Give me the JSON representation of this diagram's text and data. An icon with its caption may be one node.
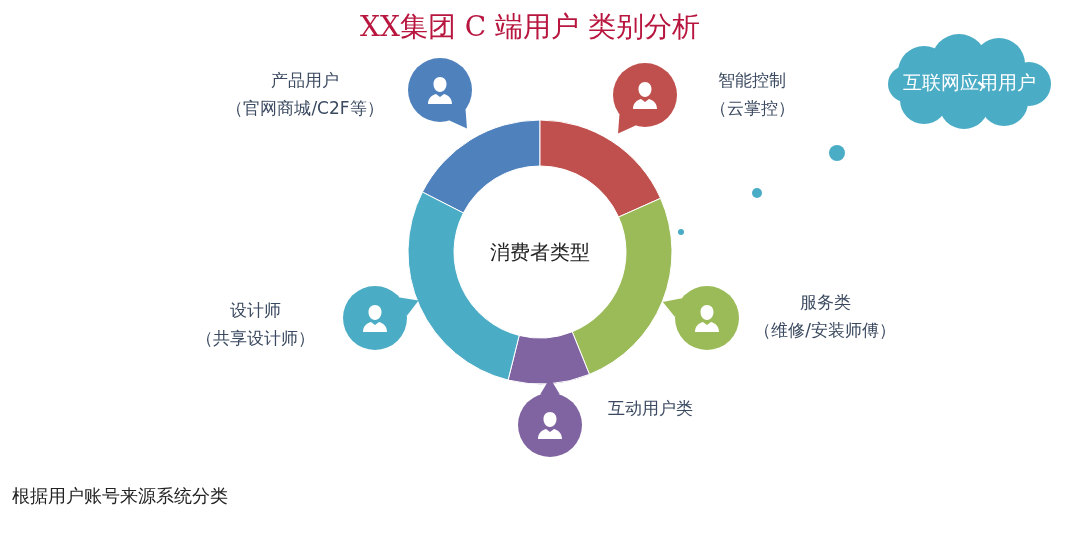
{
  "diagram": {
    "title": "XX集团 C 端用户 类别分析",
    "nodes": [
      {
        "text": [
          "消费者类型"
        ]
      },
      {
        "text": [],
        "shape": "circle",
        "beside": [
          "产品用户",
          "（官网商城/C2F等）"
        ]
      },
      {
        "text": [],
        "shape": "circle",
        "beside": [
          "智能控制",
          "（云掌控）"
        ]
      },
      {
        "text": [],
        "shape": "circle",
        "beside": [
          "服务类",
          "（维修/安装师傅）"
        ]
      },
      {
        "text": [],
        "shape": "circle",
        "beside": [
          "互动用户类"
        ]
      },
      {
        "text": [],
        "shape": "circle",
        "beside": [
          "设计师",
          "（共享设计师）"
        ]
      },
      {
        "text": [
          "互联网应用用户"
        ]
      }
    ],
    "edges": [],
    "labels": [
      "根据用户账号来源系统分类"
    ]
  }
}
